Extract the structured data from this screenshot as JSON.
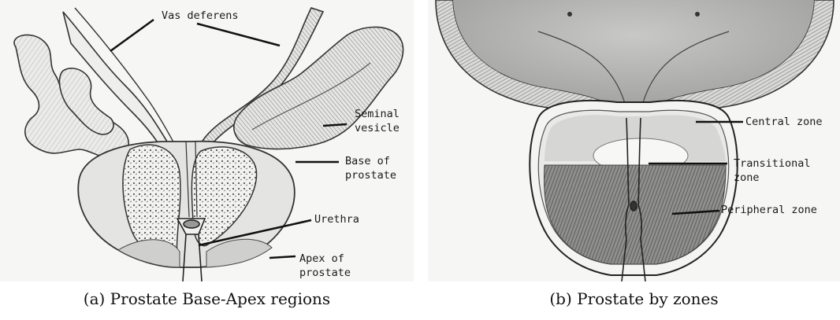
{
  "panel_a": {
    "labels": {
      "vas_deferens": "Vas deferens",
      "seminal_vesicle_1": "Seminal",
      "seminal_vesicle_2": "vesicle",
      "base_1": "Base of",
      "base_2": "prostate",
      "urethra": "Urethra",
      "apex_1": "Apex of",
      "apex_2": "prostate"
    },
    "caption": "(a) Prostate Base-Apex regions"
  },
  "panel_b": {
    "labels": {
      "central_zone": "Central zone",
      "transitional_1": "Transitional",
      "transitional_2": "zone",
      "peripheral_zone": "Peripheral zone"
    },
    "caption": "(b) Prostate by zones"
  }
}
